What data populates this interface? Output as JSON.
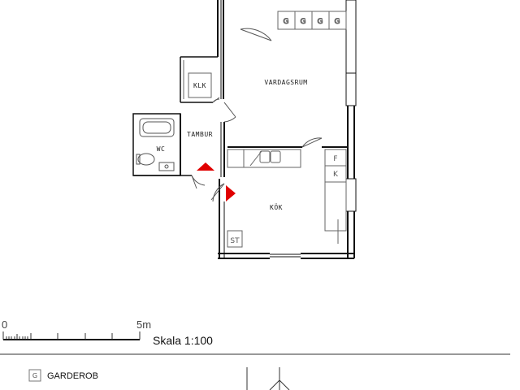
{
  "rooms": {
    "vardagsrum": "VARDAGSRUM",
    "klk": "KLK",
    "tambur": "TAMBUR",
    "wc": "WC",
    "kok": "KÖK"
  },
  "fixtures": {
    "wardrobe": "G",
    "fridge": "F",
    "freezer": "K",
    "store": "ST"
  },
  "scale": {
    "start": "0",
    "end": "5m",
    "label": "Skala 1:100"
  },
  "legend": {
    "symbol": "G",
    "text": "GARDEROB"
  },
  "colors": {
    "wall": "#111111",
    "line": "#555555",
    "entrance_marker": "#e00000"
  }
}
